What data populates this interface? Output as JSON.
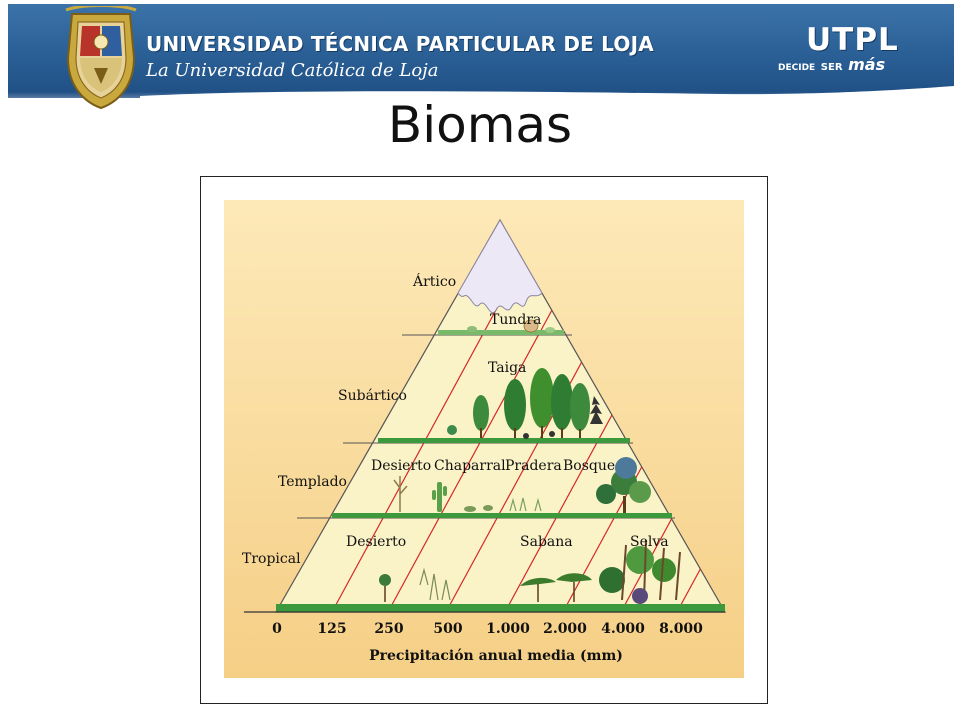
{
  "header": {
    "university_name": "UNIVERSIDAD TÉCNICA PARTICULAR DE LOJA",
    "tagline": "La Universidad Católica de Loja",
    "logo_text": "UTPL",
    "slogan_1": "DECIDE",
    "slogan_2": "SER",
    "slogan_3": "más",
    "shield_icon": "university-shield-icon"
  },
  "slide": {
    "title": "Biomas"
  },
  "diagram": {
    "levels": [
      "Ártico",
      "Subártico",
      "Templado",
      "Tropical"
    ],
    "biomes": [
      "Tundra",
      "Taiga",
      "Desierto",
      "Chaparral",
      "Pradera",
      "Bosque",
      "Desierto",
      "Sabana",
      "Selva"
    ],
    "precipitation_ticks": [
      "0",
      "125",
      "250",
      "500",
      "1.000",
      "2.000",
      "4.000",
      "8.000"
    ],
    "x_label": "Precipitación anual media (mm)",
    "colors": {
      "background_top": "#fde9b8",
      "background_bottom": "#f5cf86",
      "pyramid_fill": "#fbf3c8",
      "precip_lines": "#d62828",
      "ground": "#3c9a3c",
      "snow": "#e8e4f2"
    }
  }
}
